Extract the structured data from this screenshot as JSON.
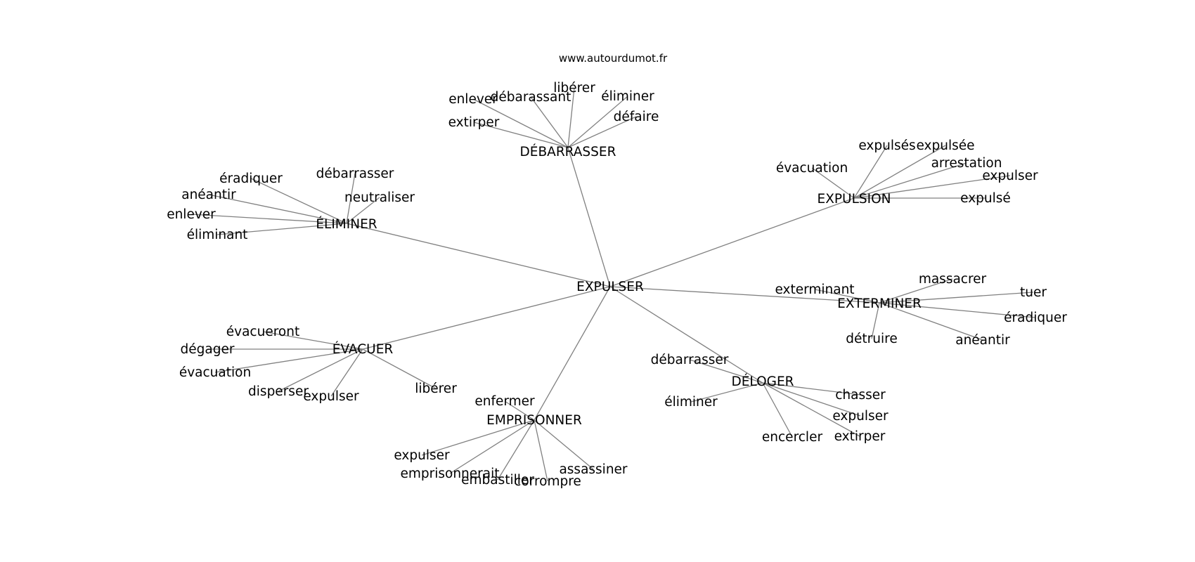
{
  "site": "www.autourdumot.fr",
  "root": "EXPULSER",
  "clusters": [
    {
      "label": "DÉBARRASSER",
      "leaves": [
        "enlever",
        "débarassant",
        "libérer",
        "éliminer",
        "défaire",
        "extirper"
      ]
    },
    {
      "label": "ÉLIMINER",
      "leaves": [
        "éradiquer",
        "débarrasser",
        "anéantir",
        "neutraliser",
        "enlever",
        "éliminant"
      ]
    },
    {
      "label": "EXPULSION",
      "leaves": [
        "expulsés",
        "expulsée",
        "évacuation",
        "arrestation",
        "expulser",
        "expulsé"
      ]
    },
    {
      "label": "EXTERMINER",
      "leaves": [
        "exterminant",
        "massacrer",
        "tuer",
        "éradiquer",
        "détruire",
        "anéantir"
      ]
    },
    {
      "label": "ÉVACUER",
      "leaves": [
        "évacueront",
        "dégager",
        "évacuation",
        "disperser",
        "expulser",
        "libérer"
      ]
    },
    {
      "label": "DÉLOGER",
      "leaves": [
        "débarrasser",
        "éliminer",
        "chasser",
        "expulser",
        "extirper",
        "encercler"
      ]
    },
    {
      "label": "EMPRISONNER",
      "leaves": [
        "enfermer",
        "expulser",
        "emprisonnerait",
        "embastiller",
        "corrompre",
        "assassiner"
      ]
    }
  ]
}
